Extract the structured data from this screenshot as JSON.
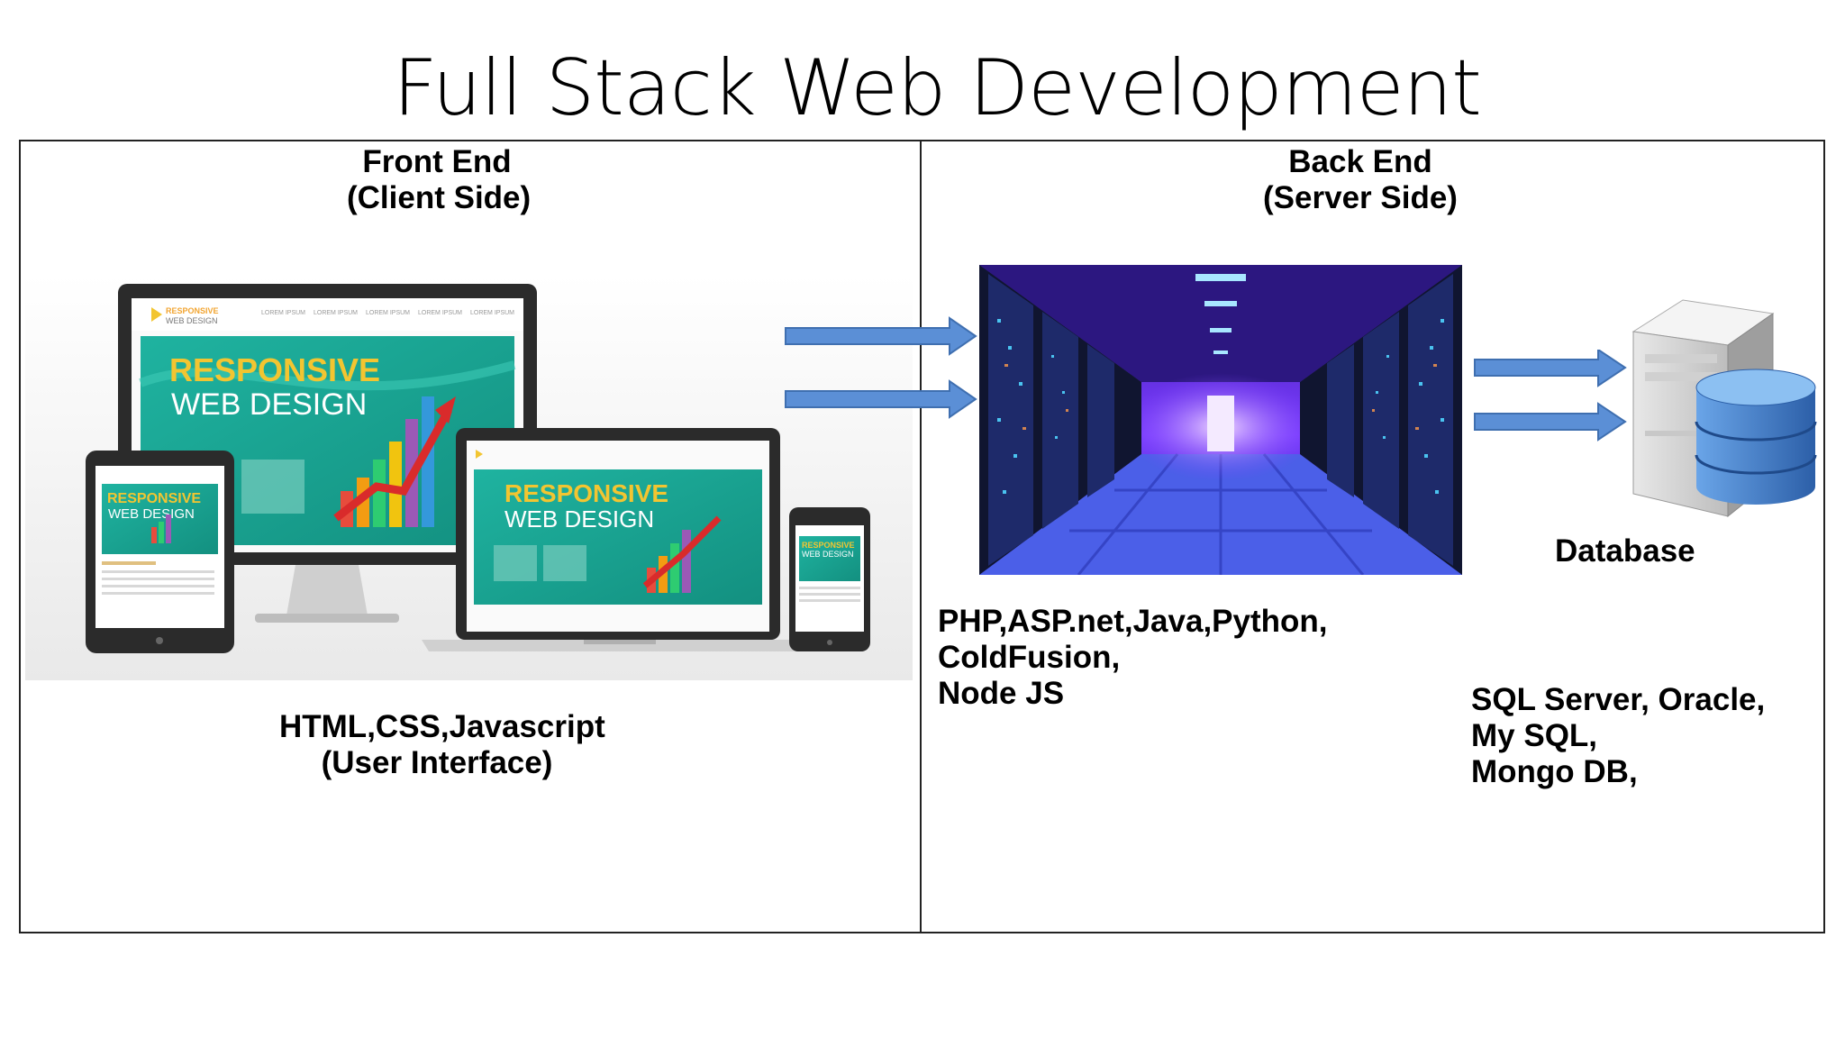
{
  "title": "Full Stack Web Development",
  "front_end": {
    "heading": "Front End",
    "subheading": "(Client Side)",
    "tech": "HTML,CSS,Javascript",
    "tech_note": "(User Interface)",
    "illustration": {
      "headline_1": "RESPONSIVE",
      "headline_2": "WEB DESIGN",
      "logo_text_1": "RESPONSIVE",
      "logo_text_2": "WEB DESIGN",
      "nav_items": [
        "LOREM IPSUM",
        "LOREM IPSUM",
        "LOREM IPSUM",
        "LOREM IPSUM",
        "LOREM IPSUM"
      ]
    }
  },
  "back_end": {
    "heading": "Back End",
    "subheading": "(Server Side)",
    "tech_lines": [
      "PHP,ASP.net,Java,Python,",
      "ColdFusion,",
      "Node JS"
    ]
  },
  "database": {
    "label": "Database",
    "tech_lines": [
      "SQL Server, Oracle,",
      "My SQL,",
      "Mongo DB,"
    ]
  },
  "colors": {
    "arrow_fill": "#5b8fd6",
    "arrow_stroke": "#3f6fb0",
    "screen_teal": "#1fa594",
    "headline_yellow": "#f2c531",
    "server_purple": "#7a3cff",
    "db_blue": "#3b78c6"
  }
}
